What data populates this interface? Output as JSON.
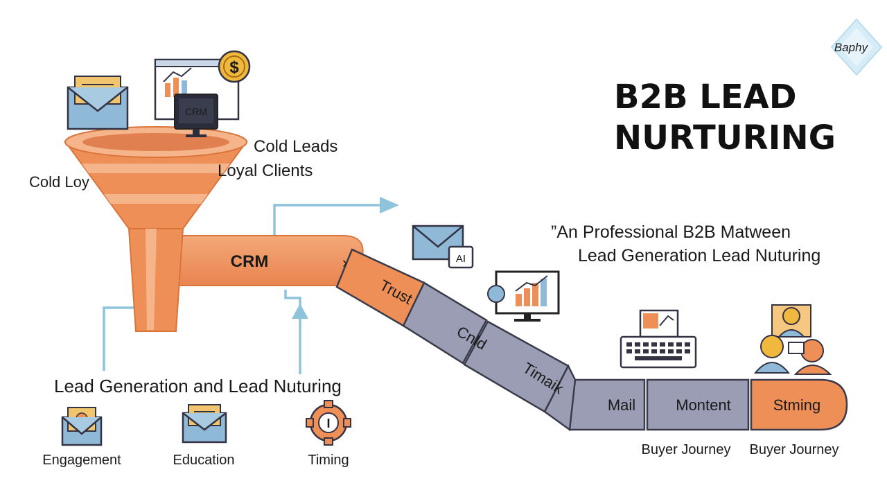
{
  "title": {
    "line1": "B2B LEAD",
    "line2": "NURTURING"
  },
  "brand": {
    "name": "Baphy"
  },
  "quote": {
    "line1": "”An Professional B2B Matween",
    "line2": "Lead Generation Lead Nuturing"
  },
  "funnel": {
    "label_cold_leads": "Cold Leads",
    "label_loyal_clients": "Loyal Clients",
    "label_cold_loy": "Cold Loy",
    "monitor_label": "CRM"
  },
  "pipe": {
    "crm": "CRM",
    "segments": [
      "Trust",
      "Cnld",
      "Timaik",
      "Mail",
      "Montent",
      "Stming"
    ]
  },
  "chat_icon_label": "AI",
  "subtitle": "Lead Generation and Lead Nuturing",
  "bottom_items": [
    "Engagement",
    "Education",
    "Timing"
  ],
  "buyer_journey": [
    "Buyer Journey",
    "Buyer Journey"
  ],
  "colors": {
    "orange": "#EE8F57",
    "orange_dark": "#D9743B",
    "slate": "#9A9DB3",
    "blue_arrow": "#8EC3DC",
    "outline": "#333344"
  }
}
